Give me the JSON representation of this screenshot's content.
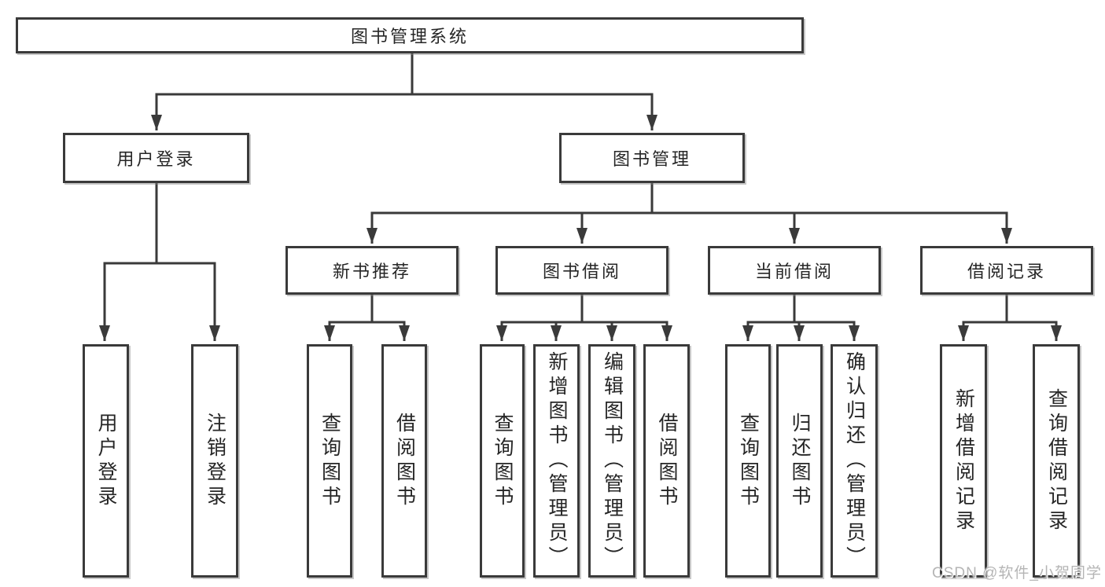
{
  "diagram": {
    "type": "hierarchy-tree",
    "colors": {
      "line": "#3a3a3a",
      "box_border": "#3a3a3a",
      "box_background": "#ffffff",
      "text": "#262626",
      "watermark": "#b5b5b5"
    },
    "root": {
      "label": "图书管理系统"
    },
    "level2": [
      {
        "id": "user_login",
        "label": "用户登录"
      },
      {
        "id": "book_mgmt",
        "label": "图书管理"
      }
    ],
    "level3": [
      {
        "id": "new_books",
        "label": "新书推荐",
        "parent": "图书管理"
      },
      {
        "id": "book_borrow",
        "label": "图书借阅",
        "parent": "图书管理"
      },
      {
        "id": "current_borrow",
        "label": "当前借阅",
        "parent": "图书管理"
      },
      {
        "id": "borrow_records",
        "label": "借阅记录",
        "parent": "图书管理"
      }
    ],
    "leaves": [
      {
        "label": "用户登录",
        "parent": "用户登录"
      },
      {
        "label": "注销登录",
        "parent": "用户登录"
      },
      {
        "label": "查询图书",
        "parent": "新书推荐"
      },
      {
        "label": "借阅图书",
        "parent": "新书推荐"
      },
      {
        "label": "查询图书",
        "parent": "图书借阅"
      },
      {
        "label": "新增图书（管理员）",
        "parent": "图书借阅"
      },
      {
        "label": "编辑图书（管理员）",
        "parent": "图书借阅"
      },
      {
        "label": "借阅图书",
        "parent": "图书借阅"
      },
      {
        "label": "查询图书",
        "parent": "当前借阅"
      },
      {
        "label": "归还图书",
        "parent": "当前借阅"
      },
      {
        "label": "确认归还（管理员）",
        "parent": "当前借阅"
      },
      {
        "label": "新增借阅记录",
        "parent": "借阅记录"
      },
      {
        "label": "查询借阅记录",
        "parent": "借阅记录"
      }
    ],
    "watermark": "CSDN @软件_小贺同学"
  }
}
